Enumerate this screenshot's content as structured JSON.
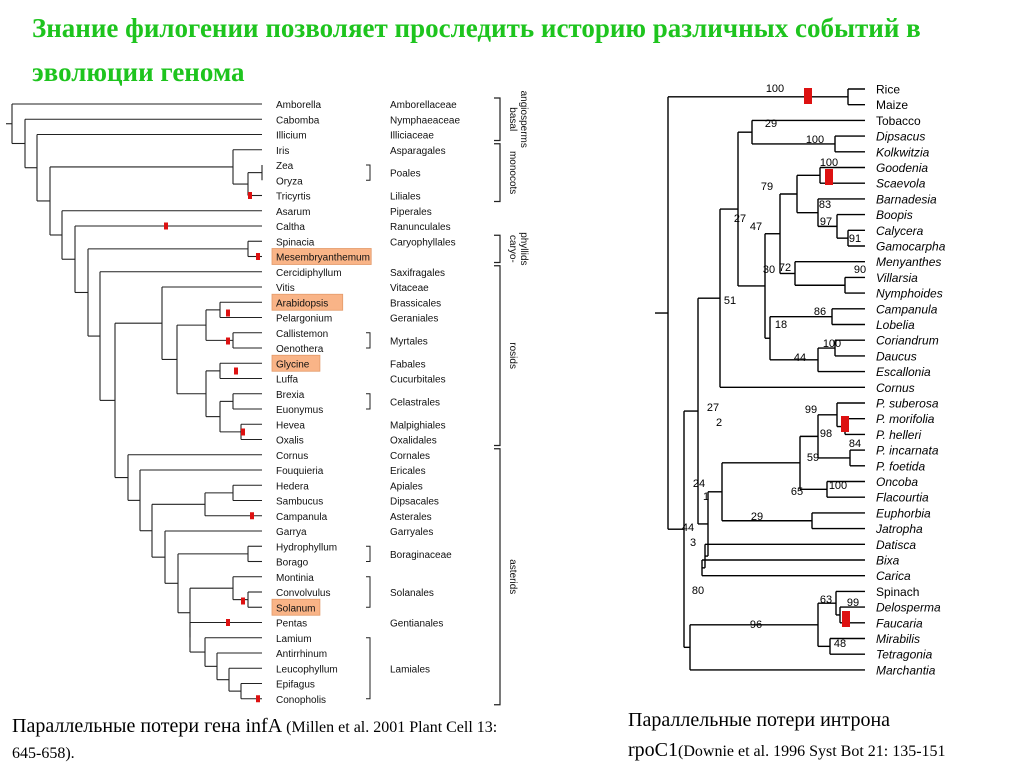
{
  "slide": {
    "title": "Знание филогении позволяет проследить историю различных событий в эволюции генома"
  },
  "left_tree": {
    "taxa": [
      {
        "genus": "Amborella",
        "family": "Amborellaceae"
      },
      {
        "genus": "Cabomba",
        "family": "Nymphaeaceae"
      },
      {
        "genus": "Illicium",
        "family": "Illiciaceae"
      },
      {
        "genus": "Iris",
        "family": "Asparagales"
      },
      {
        "genus": "Zea",
        "family": ""
      },
      {
        "genus": "Oryza",
        "family": ""
      },
      {
        "genus": "Tricyrtis",
        "family": "Liliales"
      },
      {
        "genus": "Asarum",
        "family": "Piperales"
      },
      {
        "genus": "Caltha",
        "family": "Ranunculales"
      },
      {
        "genus": "Spinacia",
        "family": "Caryophyllales"
      },
      {
        "genus": "Mesembryanthemum",
        "family": ""
      },
      {
        "genus": "Cercidiphyllum",
        "family": "Saxifragales"
      },
      {
        "genus": "Vitis",
        "family": "Vitaceae"
      },
      {
        "genus": "Arabidopsis",
        "family": "Brassicales"
      },
      {
        "genus": "Pelargonium",
        "family": "Geraniales"
      },
      {
        "genus": "Callistemon",
        "family": ""
      },
      {
        "genus": "Oenothera",
        "family": ""
      },
      {
        "genus": "Glycine",
        "family": "Fabales"
      },
      {
        "genus": "Luffa",
        "family": "Cucurbitales"
      },
      {
        "genus": "Brexia",
        "family": ""
      },
      {
        "genus": "Euonymus",
        "family": ""
      },
      {
        "genus": "Hevea",
        "family": "Malpighiales"
      },
      {
        "genus": "Oxalis",
        "family": "Oxalidales"
      },
      {
        "genus": "Cornus",
        "family": "Cornales"
      },
      {
        "genus": "Fouquieria",
        "family": "Ericales"
      },
      {
        "genus": "Hedera",
        "family": "Apiales"
      },
      {
        "genus": "Sambucus",
        "family": "Dipsacales"
      },
      {
        "genus": "Campanula",
        "family": "Asterales"
      },
      {
        "genus": "Garrya",
        "family": "Garryales"
      },
      {
        "genus": "Hydrophyllum",
        "family": ""
      },
      {
        "genus": "Borago",
        "family": ""
      },
      {
        "genus": "Montinia",
        "family": ""
      },
      {
        "genus": "Convolvulus",
        "family": ""
      },
      {
        "genus": "Solanum",
        "family": ""
      },
      {
        "genus": "Pentas",
        "family": "Gentianales"
      },
      {
        "genus": "Lamium",
        "family": ""
      },
      {
        "genus": "Antirrhinum",
        "family": ""
      },
      {
        "genus": "Leucophyllum",
        "family": ""
      },
      {
        "genus": "Epifagus",
        "family": ""
      },
      {
        "genus": "Conopholis",
        "family": ""
      }
    ],
    "group_families": [
      {
        "label": "Poales",
        "from": 4,
        "to": 5
      },
      {
        "label": "Myrtales",
        "from": 15,
        "to": 16
      },
      {
        "label": "Celastrales",
        "from": 19,
        "to": 20
      },
      {
        "label": "Boraginaceae",
        "from": 29,
        "to": 30
      },
      {
        "label": "Solanales",
        "from": 31,
        "to": 33
      },
      {
        "label": "Lamiales",
        "from": 35,
        "to": 39
      }
    ],
    "clades": [
      {
        "lines": [
          "basal",
          "angiosperms"
        ],
        "from": 0,
        "to": 2
      },
      {
        "lines": [
          "monocots"
        ],
        "from": 3,
        "to": 6
      },
      {
        "lines": [
          "caryo-",
          "phyllids"
        ],
        "from": 9,
        "to": 10
      },
      {
        "lines": [
          "rosids"
        ],
        "from": 11,
        "to": 22
      },
      {
        "lines": [
          "asterids"
        ],
        "from": 23,
        "to": 39
      }
    ],
    "highlighted": [
      "Mesembryanthemum",
      "Arabidopsis",
      "Glycine",
      "Solanum"
    ],
    "highlight_color": "#f9b487",
    "marker_color": "#dd1111"
  },
  "right_tree": {
    "taxa": [
      "Rice",
      "Maize",
      "Tobacco",
      "Dipsacus",
      "Kolkwitzia",
      "Goodenia",
      "Scaevola",
      "Barnadesia",
      "Boopis",
      "Calycera",
      "Gamocarpha",
      "Menyanthes",
      "Villarsia",
      "Nymphoides",
      "Campanula",
      "Lobelia",
      "Coriandrum",
      "Daucus",
      "Escallonia",
      "Cornus",
      "P. suberosa",
      "P. morifolia",
      "P. helleri",
      "P. incarnata",
      "P. foetida",
      "Oncoba",
      "Flacourtia",
      "Euphorbia",
      "Jatropha",
      "Datisca",
      "Bixa",
      "Carica",
      "Spinach",
      "Delosperma",
      "Faucaria",
      "Mirabilis",
      "Tetragonia",
      "Marchantia"
    ],
    "italic_taxa": [
      "Dipsacus",
      "Kolkwitzia",
      "Goodenia",
      "Scaevola",
      "Barnadesia",
      "Boopis",
      "Calycera",
      "Gamocarpha",
      "Menyanthes",
      "Villarsia",
      "Nymphoides",
      "Campanula",
      "Lobelia",
      "Coriandrum",
      "Daucus",
      "Escallonia",
      "Cornus",
      "P. suberosa",
      "P. morifolia",
      "P. helleri",
      "P. incarnata",
      "P. foetida",
      "Oncoba",
      "Flacourtia",
      "Euphorbia",
      "Jatropha",
      "Datisca",
      "Bixa",
      "Carica",
      "Delosperma",
      "Faucaria",
      "Mirabilis",
      "Tetragonia",
      "Marchantia"
    ],
    "node_labels": [
      "100",
      "29",
      "100",
      "100",
      "79",
      "83",
      "97",
      "91",
      "47",
      "72",
      "90",
      "27",
      "30",
      "86",
      "18",
      "51",
      "100",
      "44",
      "27",
      "2",
      "99",
      "98",
      "84",
      "59",
      "100",
      "65",
      "29",
      "24",
      "1",
      "44",
      "3",
      "80",
      "63",
      "99",
      "48",
      "96"
    ],
    "marker_color": "#dd1111"
  },
  "captions": {
    "left_main": "Параллельные потери гена infA",
    "left_ref": "(Millen et al. 2001 Plant Cell 13: 645-658).",
    "right_main_line1": "Параллельные потери интрона",
    "right_main_line2": "rpoC1",
    "right_ref": "(Downie et al. 1996 Syst Bot 21: 135-151"
  }
}
